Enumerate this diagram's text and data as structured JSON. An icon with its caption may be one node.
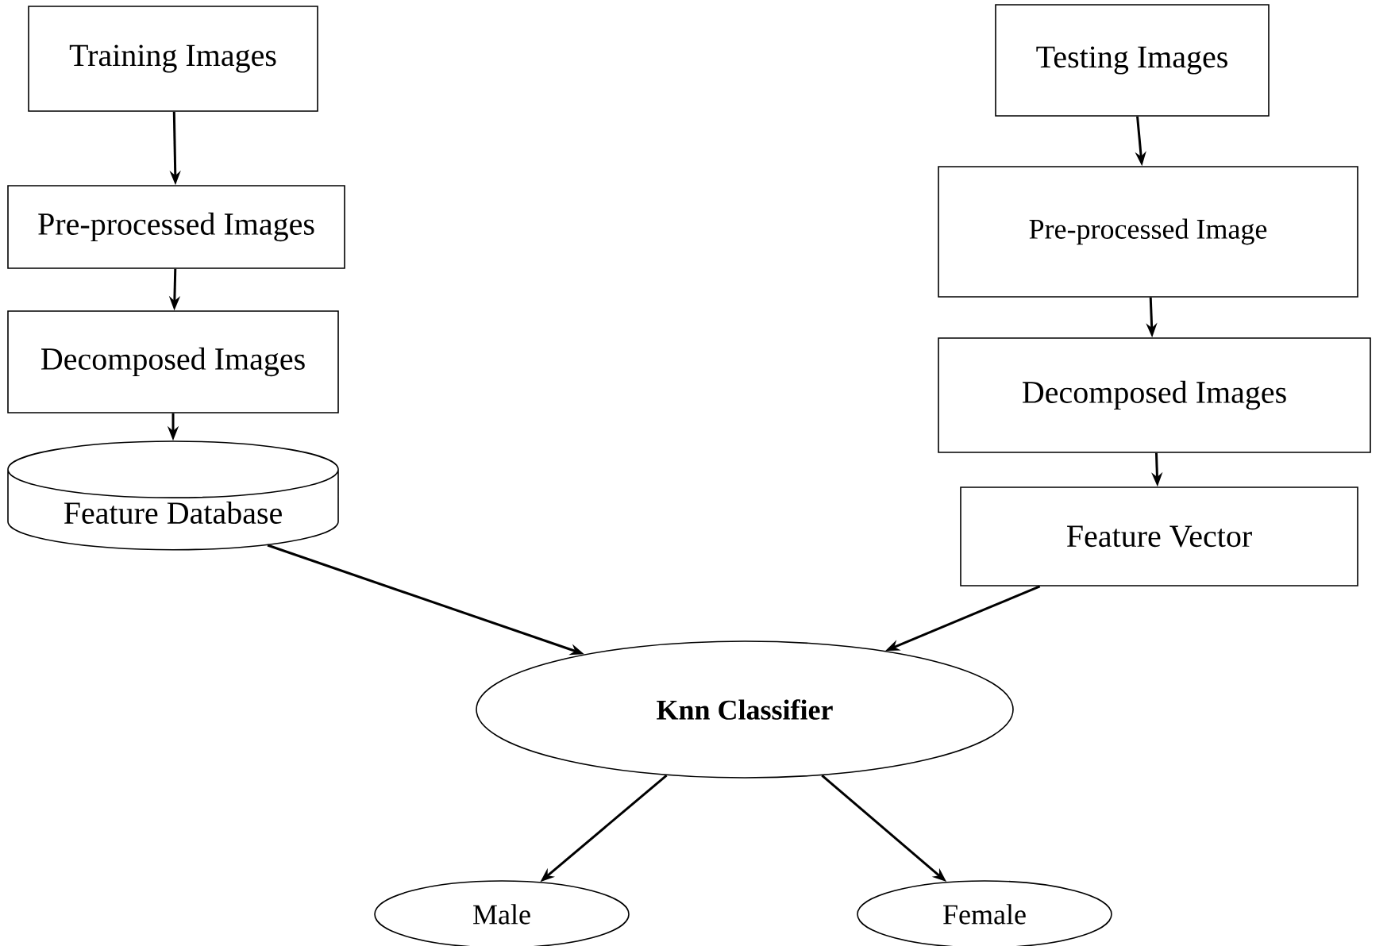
{
  "diagram": {
    "nodes": [
      {
        "text": [
          "Training Images"
        ]
      },
      {
        "text": [
          "Pre-processed Images"
        ]
      },
      {
        "text": [
          "Decomposed Images"
        ]
      },
      {
        "text": [
          "Feature Database"
        ]
      },
      {
        "text": [
          "Testing Images"
        ]
      },
      {
        "text": [
          "Pre-processed Image"
        ]
      },
      {
        "text": [
          "Decomposed Images"
        ]
      },
      {
        "text": [
          "Feature Vector"
        ]
      },
      {
        "text": [
          "Knn Classifier"
        ]
      },
      {
        "text": [
          "Male"
        ]
      },
      {
        "text": [
          "Female"
        ]
      }
    ],
    "edges": [
      {
        "from": 0,
        "to": 1,
        "arrow": "to"
      },
      {
        "from": 1,
        "to": 2,
        "arrow": "to"
      },
      {
        "from": 2,
        "to": 3,
        "arrow": "to"
      },
      {
        "from": 4,
        "to": 5,
        "arrow": "to"
      },
      {
        "from": 5,
        "to": 6,
        "arrow": "to"
      },
      {
        "from": 6,
        "to": 7,
        "arrow": "to"
      },
      {
        "from": 3,
        "to": 8,
        "arrow": "to"
      },
      {
        "from": 7,
        "to": 8,
        "arrow": "to"
      },
      {
        "from": 8,
        "to": 9,
        "arrow": "to"
      },
      {
        "from": 8,
        "to": 10,
        "arrow": "to"
      }
    ]
  }
}
